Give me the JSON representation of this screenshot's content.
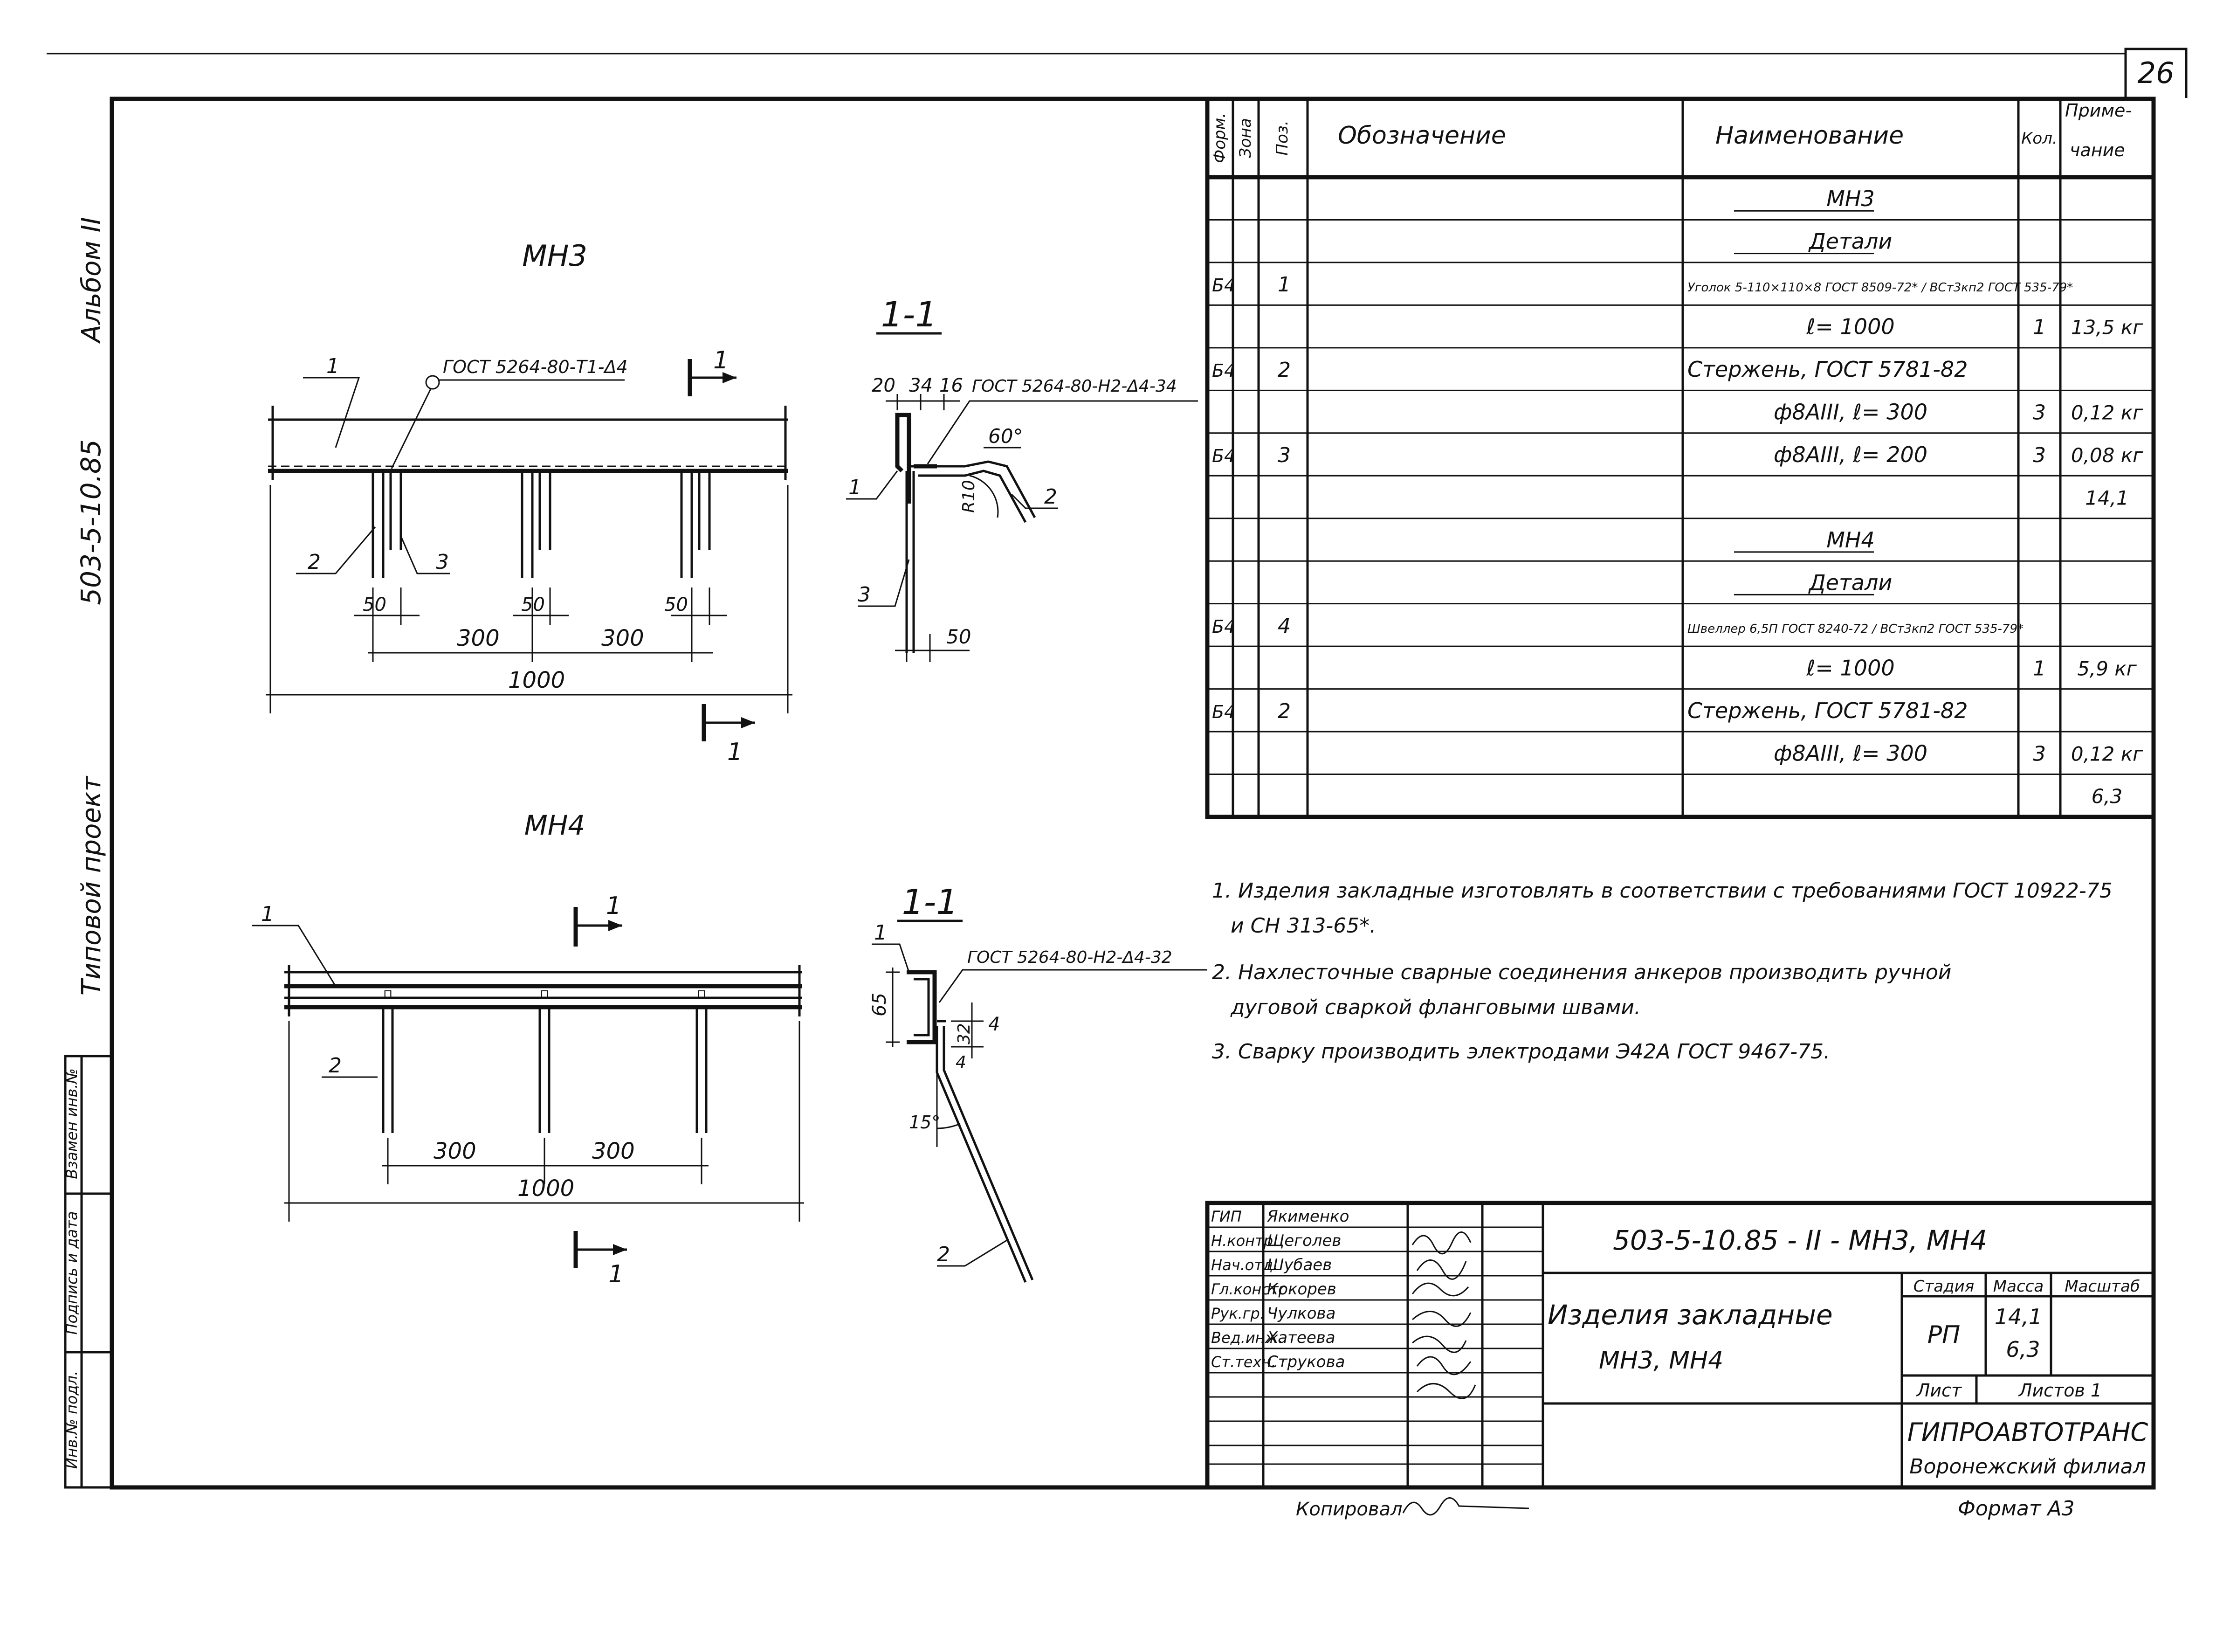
{
  "sheet_number": "26",
  "side": {
    "album": "Альбом II",
    "series": "503-5-10.85",
    "project": "Типовой проект"
  },
  "stamp_left": [
    "Инв.№ подл.",
    "Подпись и дата",
    "Взамен инв.№"
  ],
  "mn3": {
    "title": "МН3",
    "section": "1-1",
    "weld_note": "ГОСТ 5264-80-Т1-Δ4",
    "section_weld": "ГОСТ 5264-80-Н2-Δ4-34",
    "angle": "60°",
    "r": "R10",
    "dims": {
      "d20": "20",
      "d34": "34",
      "d16": "16",
      "d50a": "50",
      "d50b": "50",
      "d50c": "50",
      "d300a": "300",
      "d300b": "300",
      "total": "1000",
      "s50": "50"
    },
    "pos": [
      "1",
      "2",
      "3"
    ],
    "cut": "1"
  },
  "mn4": {
    "title": "МН4",
    "section": "1-1",
    "section_weld": "ГОСТ 5264-80-Н2-Δ4-32",
    "angle": "15°",
    "dims": {
      "d65": "65",
      "d32": "32",
      "d4a": "4",
      "d4b": "4",
      "d300a": "300",
      "d300b": "300",
      "total": "1000"
    },
    "pos": [
      "1",
      "2"
    ],
    "cut": "1"
  },
  "spec": {
    "headers": {
      "format": "Форм.",
      "zone": "Зона",
      "pos": "Поз.",
      "designation": "Обозначение",
      "name": "Наименование",
      "qty": "Кол.",
      "note1": "Приме-",
      "note2": "чание"
    },
    "rows": [
      {
        "fmt": "",
        "pos": "",
        "name": "МН3",
        "qty": "",
        "note": "",
        "style": "center-u"
      },
      {
        "fmt": "",
        "pos": "",
        "name": "Детали",
        "qty": "",
        "note": "",
        "style": "center-u"
      },
      {
        "fmt": "Б4",
        "pos": "1",
        "name": "Уголок 5-110×110×8 ГОСТ 8509-72* / ВСт3кп2 ГОСТ 535-79*",
        "qty": "",
        "note": "",
        "style": "small"
      },
      {
        "fmt": "",
        "pos": "",
        "name": "ℓ= 1000",
        "qty": "1",
        "note": "13,5 кг",
        "style": "center"
      },
      {
        "fmt": "Б4",
        "pos": "2",
        "name": "Стержень, ГОСТ 5781-82",
        "qty": "",
        "note": "",
        "style": "left"
      },
      {
        "fmt": "",
        "pos": "",
        "name": "ф8АIII,  ℓ= 300",
        "qty": "3",
        "note": "0,12 кг",
        "style": "center"
      },
      {
        "fmt": "Б4",
        "pos": "3",
        "name": "ф8АIII,  ℓ= 200",
        "qty": "3",
        "note": "0,08 кг",
        "style": "center"
      },
      {
        "fmt": "",
        "pos": "",
        "name": "",
        "qty": "",
        "note": "14,1",
        "style": "total"
      },
      {
        "fmt": "",
        "pos": "",
        "name": "МН4",
        "qty": "",
        "note": "",
        "style": "center-u"
      },
      {
        "fmt": "",
        "pos": "",
        "name": "Детали",
        "qty": "",
        "note": "",
        "style": "center-u"
      },
      {
        "fmt": "Б4",
        "pos": "4",
        "name": "Швеллер 6,5П ГОСТ 8240-72 / ВСт3кп2 ГОСТ 535-79*",
        "qty": "",
        "note": "",
        "style": "small"
      },
      {
        "fmt": "",
        "pos": "",
        "name": "ℓ= 1000",
        "qty": "1",
        "note": "5,9 кг",
        "style": "center"
      },
      {
        "fmt": "Б4",
        "pos": "2",
        "name": "Стержень, ГОСТ 5781-82",
        "qty": "",
        "note": "",
        "style": "left"
      },
      {
        "fmt": "",
        "pos": "",
        "name": "ф8АIII,  ℓ= 300",
        "qty": "3",
        "note": "0,12 кг",
        "style": "center"
      },
      {
        "fmt": "",
        "pos": "",
        "name": "",
        "qty": "",
        "note": "6,3",
        "style": "total"
      }
    ]
  },
  "notes": [
    "1. Изделия закладные изготовлять в соответствии с требованиями ГОСТ 10922-75",
    "и СН 313-65*.",
    "2. Нахлесточные сварные соединения анкеров производить ручной",
    "дуговой сваркой фланговыми швами.",
    "3. Сварку производить электродами Э42А ГОСТ 9467-75."
  ],
  "title_block": {
    "doc_code": "503-5-10.85  - II - МН3, МН4",
    "title_line1": "Изделия закладные",
    "title_line2": "МН3, МН4",
    "labels": {
      "stage": "Стадия",
      "mass": "Масса",
      "scale": "Масштаб",
      "sheet": "Лист",
      "sheets": "Листов 1"
    },
    "stage": "РП",
    "mass1": "14,1",
    "mass2": "6,3",
    "org1": "ГИПРОАВТОТРАНС",
    "org2": "Воронежский филиал",
    "people": [
      {
        "role": "ГИП",
        "name": "Якименко"
      },
      {
        "role": "Н.контр.",
        "name": "Щеголев"
      },
      {
        "role": "Нач.отд.",
        "name": "Шубаев"
      },
      {
        "role": "Гл.констр.",
        "name": "Кокорев"
      },
      {
        "role": "Рук.гр.",
        "name": "Чулкова"
      },
      {
        "role": "Вед.инж.",
        "name": "Хатеева"
      },
      {
        "role": "Ст.техн.",
        "name": "Струкова"
      }
    ]
  },
  "footer": {
    "copied": "Копировал",
    "format": "Формат А3"
  }
}
